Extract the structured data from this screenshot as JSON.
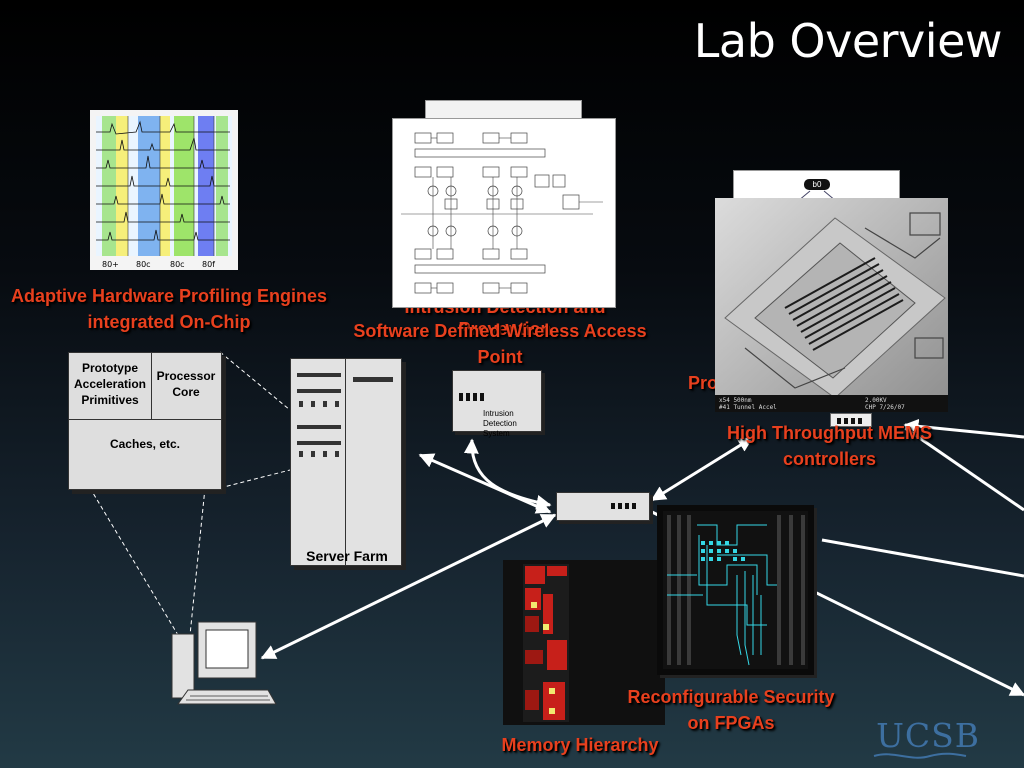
{
  "title": "Lab Overview",
  "captions": {
    "profiling": "Adaptive Hardware Profiling Engines integrated On-Chip",
    "intrusion_hidden": "Intrusion Detection and Prevention",
    "wireless": "Software Defined Wireless Access Point",
    "processors_hidden": "Pro",
    "mems": "High Throughput MEMS controllers",
    "fpga": "Reconfigurable Security on FPGAs",
    "memory": "Memory Hierarchy"
  },
  "chip": {
    "proto": "Prototype Acceleration Primitives",
    "core": "Processor Core",
    "caches": "Caches, etc."
  },
  "server": {
    "label": "Server Farm"
  },
  "ids": {
    "label": "Intrusion Detection System"
  },
  "profiling_plot": {
    "ticks": [
      "80+",
      "80c",
      "80c",
      "80f"
    ]
  },
  "diagram_node": "b0",
  "sem": {
    "info_left": "x54  500nm\n#41  Tunnel Accel",
    "info_right": "2.00KV\nCHP 7/26/07"
  },
  "logo": "UCSB",
  "colors": {
    "caption": "#e8401e",
    "title": "#ffffff",
    "logo": "#3d6fa0"
  }
}
